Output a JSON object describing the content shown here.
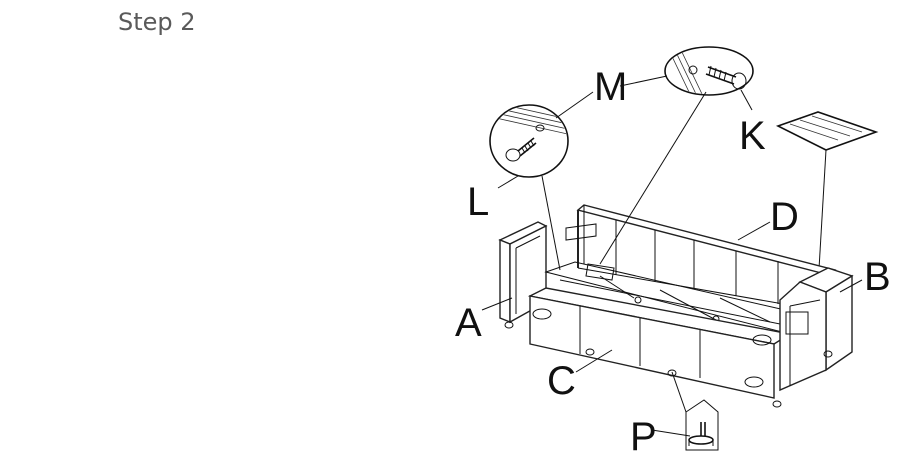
{
  "step": {
    "title": "Step 2"
  },
  "labels": {
    "A": "A",
    "B": "B",
    "C": "C",
    "D": "D",
    "K": "K",
    "L": "L",
    "M": "M",
    "P": "P"
  },
  "colors": {
    "ink": "#111111",
    "title": "#5a5a5a",
    "background": "#ffffff"
  }
}
